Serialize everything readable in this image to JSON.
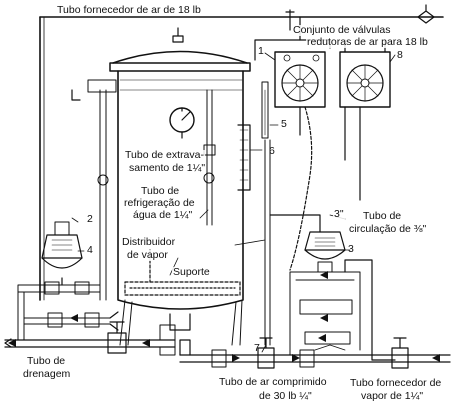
{
  "labels": {
    "supply_air_line": "Tubo fornecedor de ar de 18 lb",
    "valve_set_1": "Conjunto de válvulas",
    "valve_set_2": "redutoras de ar para 18 lb",
    "overflow_1": "Tubo de extrava-",
    "overflow_2": "samento de 1¼\"",
    "cooling_1": "Tubo de",
    "cooling_2": "refrigeração de",
    "cooling_3": "água de 1¼\"",
    "steam_dist_1": "Distribuidor",
    "steam_dist_2": "de vapor",
    "support": "Suporte",
    "circulation_1": "Tubo de",
    "circulation_2": "circulação de ⅜\"",
    "three_inch": "3\"",
    "drain_1": "Tubo de",
    "drain_2": "drenagem",
    "compressed_air_1": "Tubo de ar comprimido",
    "compressed_air_2": "de 30 lb ¼\"",
    "steam_supply_1": "Tubo fornecedor de",
    "steam_supply_2": "vapor de 1¼\""
  },
  "callouts": {
    "n1": "1",
    "n2": "2",
    "n3": "3",
    "n4": "4",
    "n5": "5",
    "n6": "6",
    "n7": "7",
    "n8": "8"
  }
}
